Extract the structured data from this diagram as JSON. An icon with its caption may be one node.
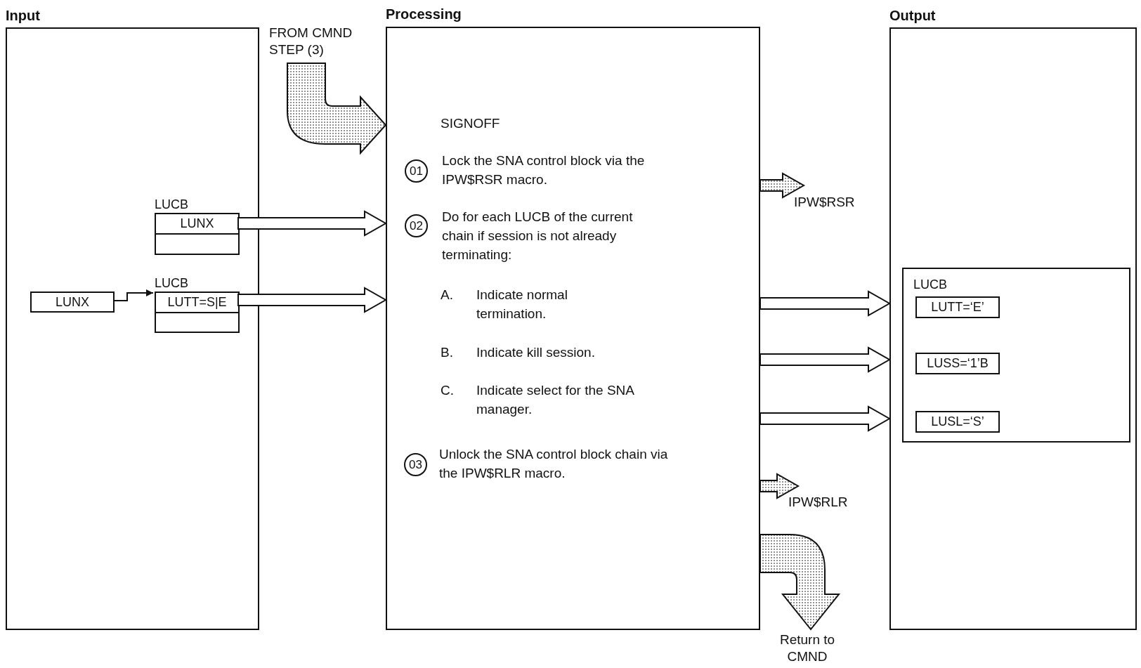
{
  "diagram": {
    "nodes": [
      {
        "text": [
          "Input"
        ]
      },
      {
        "text": [
          "LUCB",
          "LUNX"
        ],
        "in": 0
      },
      {
        "text": [
          "LUCB",
          "LUTT=S|E"
        ],
        "in": 0
      },
      {
        "text": [
          "LUNX"
        ],
        "in": 0
      },
      {
        "text": [
          "Processing",
          "SIGNOFF",
          "Lock the SNA control block via the IPW$RSR macro.",
          "Do for each LUCB of the current chain if session is not already terminating:",
          "A.",
          "Indicate normal termination.",
          "B.",
          "Indicate kill session.",
          "C.",
          "Indicate select for the SNA manager.",
          "Unlock the SNA control block chain via the IPW$RLR macro."
        ]
      },
      {
        "text": [
          "01"
        ],
        "in": 4
      },
      {
        "text": [
          "02"
        ],
        "in": 4
      },
      {
        "text": [
          "03"
        ],
        "in": 4
      },
      {
        "text": [
          "Output"
        ]
      },
      {
        "text": [
          "LUCB"
        ],
        "in": 8
      },
      {
        "text": [
          "LUTT=‘E’"
        ],
        "in": 9
      },
      {
        "text": [
          "LUSS=‘1’B"
        ],
        "in": 9
      },
      {
        "text": [
          "LUSL=‘S’"
        ],
        "in": 9
      },
      {
        "text": [
          "IPW$RSR"
        ]
      },
      {
        "text": [
          "IPW$RLR"
        ]
      },
      {
        "text": [
          "FROM CMND STEP (3)"
        ]
      },
      {
        "text": [
          "Return to CMND"
        ]
      }
    ],
    "edges": [
      {
        "from": 15,
        "to": 4,
        "arrow": "to",
        "style": "thick",
        "color": "#777777"
      },
      {
        "from": 1,
        "to": 4,
        "arrow": "to",
        "style": "thick"
      },
      {
        "from": 3,
        "to": 2,
        "arrow": "to"
      },
      {
        "from": 2,
        "to": 4,
        "arrow": "to",
        "style": "thick"
      },
      {
        "from": 4,
        "to": 13,
        "arrow": "to",
        "style": "thick",
        "color": "#777777"
      },
      {
        "from": 4,
        "to": 8,
        "arrow": "to",
        "style": "thick"
      },
      {
        "from": 4,
        "to": 8,
        "arrow": "to",
        "style": "thick"
      },
      {
        "from": 4,
        "to": 8,
        "arrow": "to",
        "style": "thick"
      },
      {
        "from": 4,
        "to": 14,
        "arrow": "to",
        "style": "thick",
        "color": "#777777"
      },
      {
        "from": 4,
        "to": 16,
        "arrow": "to",
        "style": "thick",
        "color": "#777777"
      }
    ]
  }
}
